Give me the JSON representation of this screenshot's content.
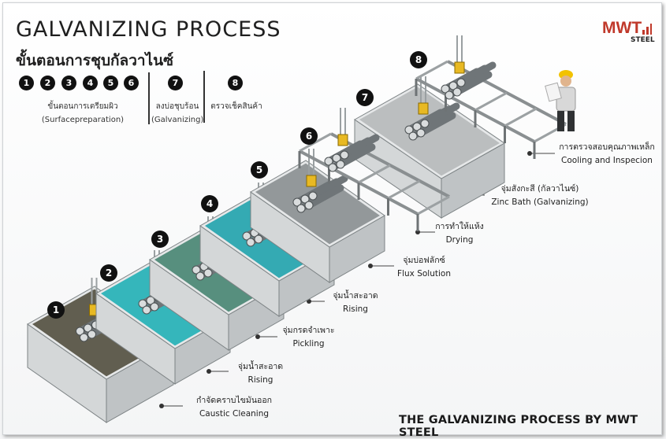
{
  "header": {
    "title": "GALVANIZING PROCESS",
    "subtitle": "ขั้นตอนการชุบกัลวาไนซ์"
  },
  "logo": {
    "brand": "MWT",
    "sub": "STEEL"
  },
  "legend": {
    "group1": {
      "numbers": [
        "1",
        "2",
        "3",
        "4",
        "5",
        "6"
      ],
      "th": "ขั้นตอนการเตรียมผิว",
      "en": "(Surfacepreparation)"
    },
    "group2": {
      "number": "7",
      "th": "ลงบ่อชุบร้อน",
      "en": "(Galvanizing)"
    },
    "group3": {
      "number": "8",
      "th": "ตรวจเช็คสินค้า"
    }
  },
  "steps": [
    {
      "number": "1",
      "th": "กำจัดคราบไขมันออก",
      "en": "Caustic Cleaning",
      "liquid": "#5a5648"
    },
    {
      "number": "2",
      "th": "จุ่มน้ำสะอาด",
      "en": "Rising",
      "liquid": "#2bb3b8"
    },
    {
      "number": "3",
      "th": "จุ่มกรดจำเพาะ",
      "en": "Pickling",
      "liquid": "#4f8a78"
    },
    {
      "number": "4",
      "th": "จุ่มน้ำสะอาด",
      "en": "Rising",
      "liquid": "#2aa7b0"
    },
    {
      "number": "5",
      "th": "จุ่มบ่อฟลักซ์",
      "en": "Flux Solution",
      "liquid": "#8e9496"
    },
    {
      "number": "6",
      "th": "การทำให้แห้ง",
      "en": "Drying",
      "liquid": ""
    },
    {
      "number": "7",
      "th": "จุ่มสังกะสี (กัลวาไนซ์)",
      "en": "Zinc Bath (Galvanizing)",
      "liquid": "#b8bcbd"
    },
    {
      "number": "8",
      "th": "การตรวจสอบคุณภาพเหล็ก",
      "en": "Cooling and Inspecion",
      "liquid": ""
    }
  ],
  "footer": "THE GALVANIZING PROCESS BY MWT STEEL"
}
